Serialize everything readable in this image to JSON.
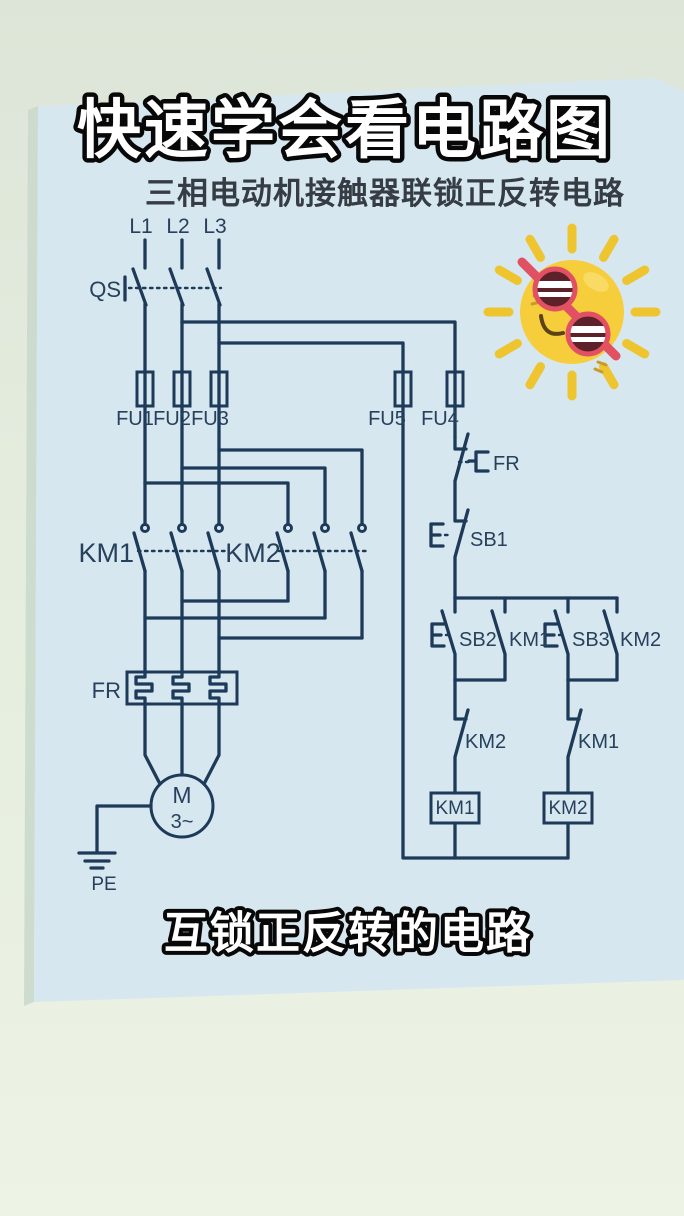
{
  "title": "快速学会看电路图",
  "subtitle": "三相电动机接触器联锁正反转电路",
  "caption": "互锁正反转的电路",
  "schematic": {
    "phase_labels": [
      "L1",
      "L2",
      "L3"
    ],
    "isolator_label": "QS",
    "fuse_labels": [
      "FU1",
      "FU2",
      "FU3",
      "FU5",
      "FU4"
    ],
    "km1_main_label": "KM1",
    "km2_main_label": "KM2",
    "fr_box_label": "FR",
    "motor_letter": "M",
    "motor_phase": "3~",
    "pe_label": "PE",
    "fr_contact_label": "FR",
    "sb1_label": "SB1",
    "sb2_label": "SB2",
    "km1_seal_label": "KM1",
    "sb3_label": "SB3",
    "km2_seal_label": "KM2",
    "km2_interlock_label": "KM2",
    "km1_interlock_label": "KM1",
    "km1_coil_label": "KM1",
    "km2_coil_label": "KM2"
  },
  "decorations": {
    "sun_sticker": "sun-with-sunglasses-emoji"
  },
  "colors": {
    "wire": "#1d3a59",
    "ink": "#27415c",
    "paper": "#d7e7f0",
    "paper_edge": "#c9d8cb",
    "background_top": "#dde5d8",
    "background": "#e4edde",
    "background_bottom": "#edf3e5",
    "title_fill": "#ffffff",
    "title_stroke": "#080808",
    "subtitle_ink": "#363c44",
    "sun_body": "#f6ce3c",
    "sun_gloss": "#fae07b",
    "sun_ray": "#eec52f",
    "glasses_frame": "#e25064",
    "glasses_lens": "#5d2129",
    "smile": "#5a4116"
  }
}
